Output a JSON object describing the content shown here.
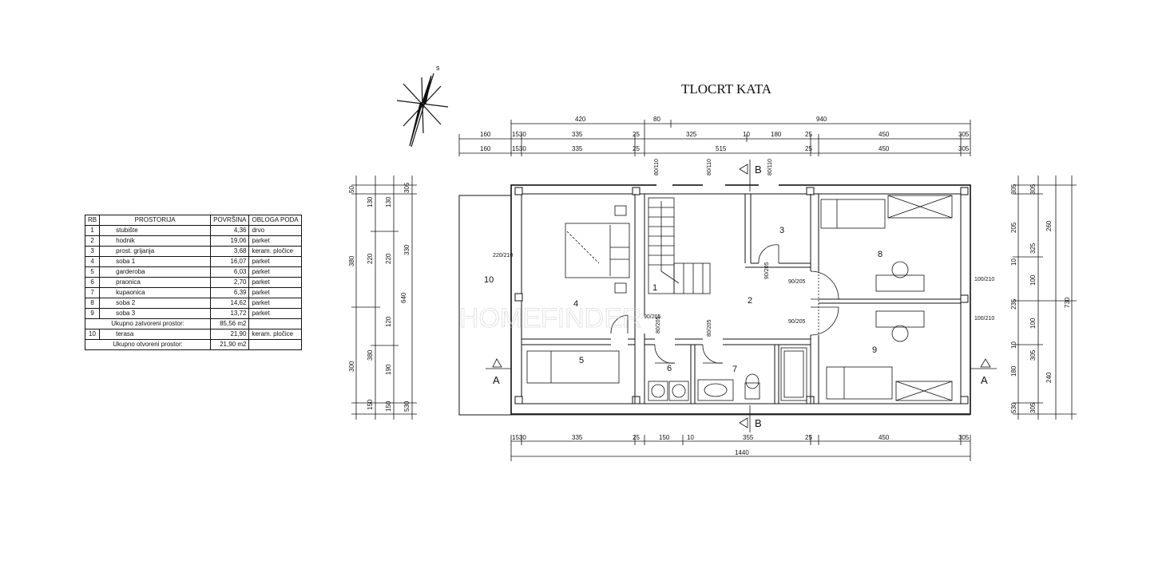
{
  "title": "TLOCRT KATA",
  "north_label": "s",
  "table": {
    "headers": [
      "RB",
      "PROSTORIJA",
      "POVRŠINA",
      "OBLOGA PODA"
    ],
    "rows": [
      {
        "rb": "1",
        "name": "stubište",
        "area": "4,36",
        "floor": "drvo"
      },
      {
        "rb": "2",
        "name": "hodnik",
        "area": "19,06",
        "floor": "parket"
      },
      {
        "rb": "3",
        "name": "prost. grijanja",
        "area": "3,68",
        "floor": "keram. pločice"
      },
      {
        "rb": "4",
        "name": "soba 1",
        "area": "16,07",
        "floor": "parket"
      },
      {
        "rb": "5",
        "name": "garderoba",
        "area": "6,03",
        "floor": "parket"
      },
      {
        "rb": "6",
        "name": "praonica",
        "area": "2,70",
        "floor": "parket"
      },
      {
        "rb": "7",
        "name": "kupaonica",
        "area": "6,39",
        "floor": "parket"
      },
      {
        "rb": "8",
        "name": "soba 2",
        "area": "14,62",
        "floor": "parket"
      },
      {
        "rb": "9",
        "name": "soba 3",
        "area": "13,72",
        "floor": "parket"
      }
    ],
    "closed_total_label": "Ukupno zatvoreni prostor:",
    "closed_total_value": "85,56 m2",
    "terrace_row": {
      "rb": "10",
      "name": "terasa",
      "area": "21,90",
      "floor": "keram. pločice"
    },
    "open_total_label": "Ukupno otvoreni prostor:",
    "open_total_value": "21,90 m2"
  },
  "room_numbers": [
    "1",
    "2",
    "3",
    "4",
    "5",
    "6",
    "7",
    "8",
    "9",
    "10"
  ],
  "section_marks": {
    "a": "A",
    "b": "B"
  },
  "dims_top_row1": [
    "420",
    "80",
    "940"
  ],
  "dims_top_row2": [
    "160",
    "1530",
    "335",
    "25",
    "325",
    "10",
    "180",
    "25",
    "450",
    "305"
  ],
  "dims_top_row3": [
    "160",
    "1530",
    "335",
    "25",
    "515",
    "25",
    "450",
    "305"
  ],
  "dims_bottom_row1": [
    "1530",
    "335",
    "25",
    "150",
    "10",
    "355",
    "25",
    "450",
    "305"
  ],
  "dims_bottom_total": "1440",
  "dims_left_outer": [
    "50",
    "380",
    "300"
  ],
  "dims_left_mid": [
    "130",
    "220",
    "640",
    "380",
    "150"
  ],
  "dims_left_inner": [
    "130",
    "220",
    "120",
    "190",
    "150"
  ],
  "dims_left_inner2": [
    "305",
    "330",
    "530"
  ],
  "dims_right_inner": [
    "305",
    "205",
    "10",
    "235",
    "10",
    "180",
    "530"
  ],
  "dims_right_mid": [
    "305",
    "325",
    "100",
    "100",
    "305",
    "305"
  ],
  "dims_right_outer": [
    "260",
    "730",
    "240"
  ],
  "door_labels": [
    "220/210",
    "90/205",
    "90/205",
    "90/205",
    "80/205",
    "100/210",
    "100/210",
    "80/110",
    "80/110",
    "80/110",
    "90/205",
    "80/205"
  ],
  "watermark": "HOMEFINDER"
}
